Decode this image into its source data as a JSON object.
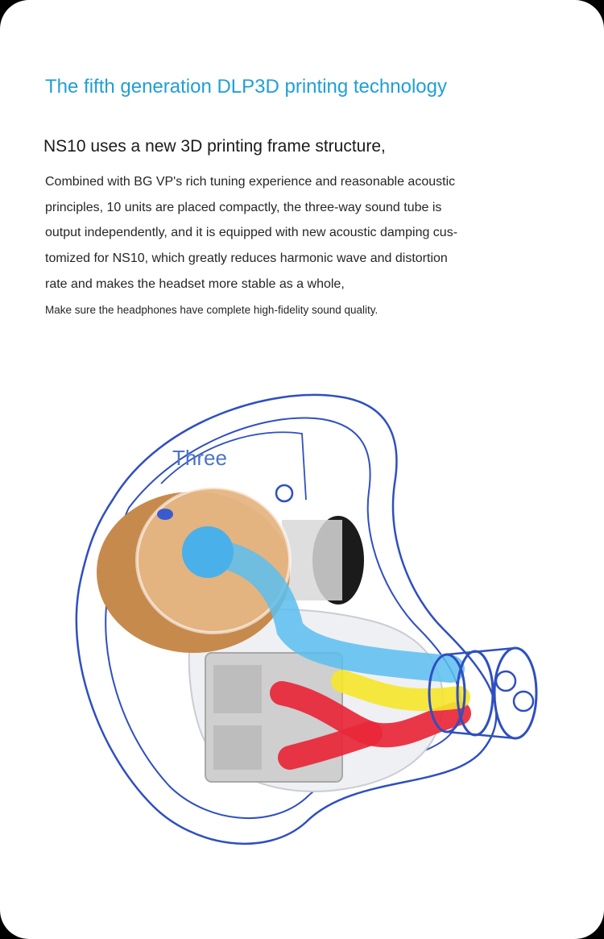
{
  "heading": "The fifth generation DLP3D printing technology",
  "subheading": "NS10 uses a new 3D printing frame structure,",
  "body_lines": [
    "Combined with BG VP's rich tuning experience and reasonable acoustic",
    "principles, 10 units are placed compactly, the three-way sound tube is",
    "output independently, and it is equipped with new acoustic damping cus-",
    "tomized for NS10, which greatly reduces harmonic wave and distortion",
    "rate and makes the headset more stable as a whole,"
  ],
  "note": "Make sure the headphones have complete high-fidelity sound quality.",
  "illustration": {
    "label": "Three",
    "colors": {
      "outline": "#2f4fc0",
      "driver": "#d9a56f",
      "tube_blue": "#5bbef0",
      "tube_red": "#e8273a",
      "tube_yellow": "#f5e62a",
      "nozzle_dark": "#1b1b1b",
      "housing": "#e4e4e4"
    }
  }
}
